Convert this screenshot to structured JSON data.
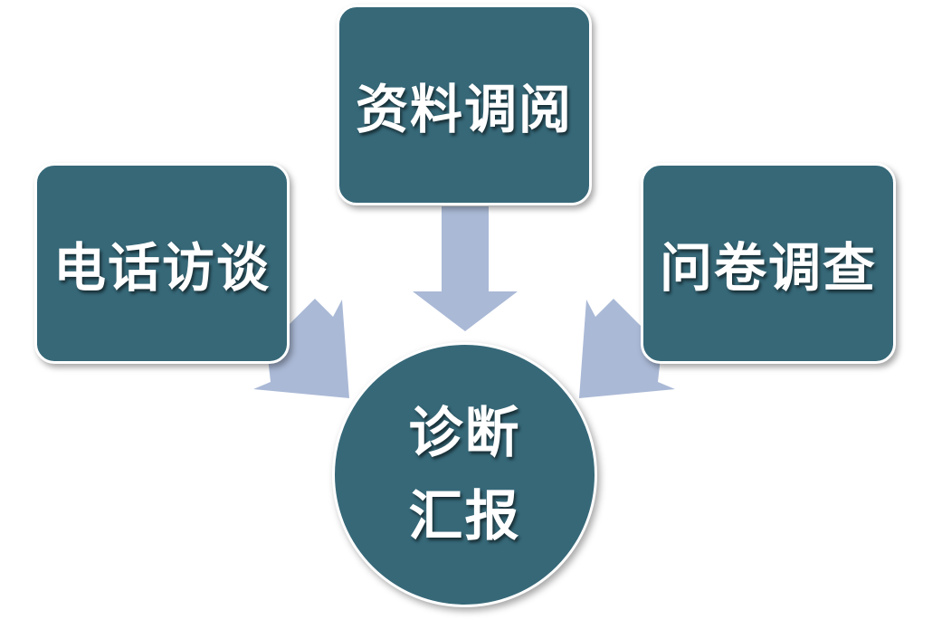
{
  "diagram": {
    "nodes": {
      "top": "资料调阅",
      "left": "电话访谈",
      "right": "问卷调查",
      "center_line1": "诊断",
      "center_line2": "汇报"
    },
    "colors": {
      "node_fill": "#366878",
      "node_border": "#ffffff",
      "arrow_fill": "#aab9d6",
      "text": "#ffffff"
    },
    "edges": [
      {
        "from": "资料调阅",
        "to": "诊断汇报"
      },
      {
        "from": "电话访谈",
        "to": "诊断汇报"
      },
      {
        "from": "问卷调查",
        "to": "诊断汇报"
      }
    ]
  }
}
